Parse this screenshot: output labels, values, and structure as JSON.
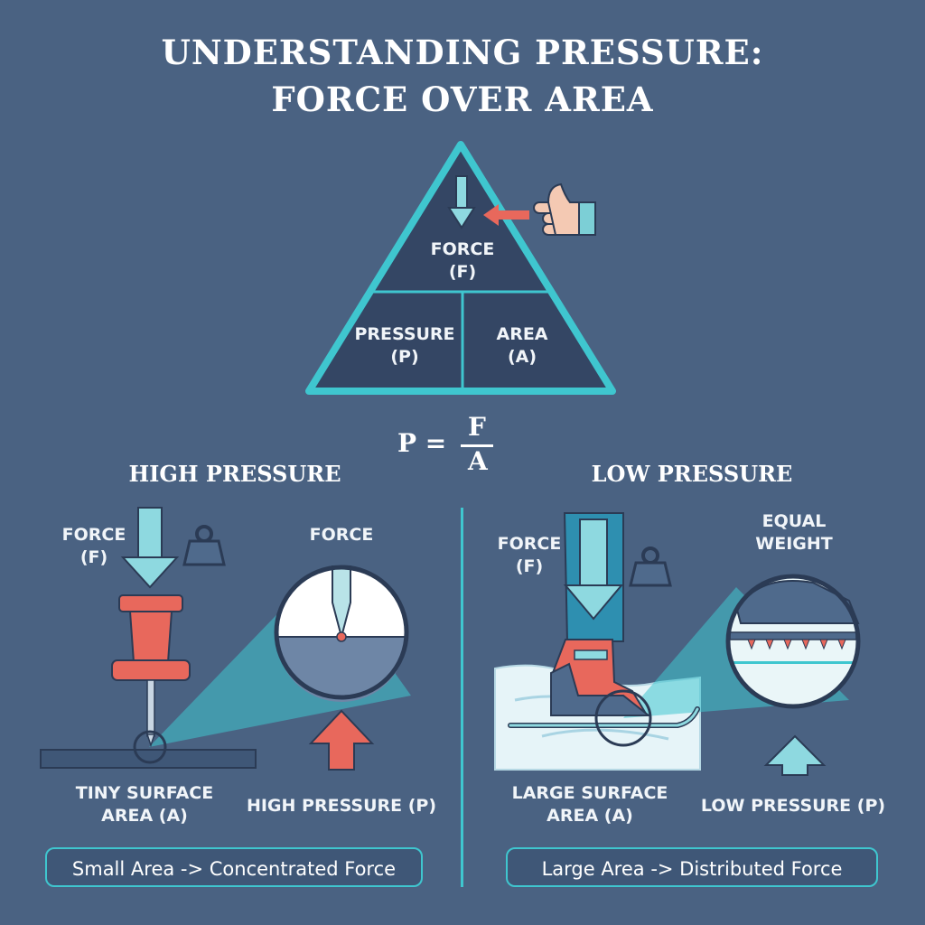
{
  "title": {
    "line1": "UNDERSTANDING PRESSURE:",
    "line2": "FORCE OVER AREA"
  },
  "triangle": {
    "force": "FORCE",
    "force_symbol": "(F)",
    "pressure": "PRESSURE",
    "pressure_symbol": "(P)",
    "area": "AREA",
    "area_symbol": "(A)"
  },
  "formula": {
    "left": "P =",
    "numerator": "F",
    "denominator": "A"
  },
  "high": {
    "heading": "HIGH PRESSURE",
    "force_label": "FORCE",
    "force_symbol": "(F)",
    "zoom_label": "FORCE",
    "area_label_1": "TINY SURFACE",
    "area_label_2": "AREA (A)",
    "pressure_label": "HIGH PRESSURE (P)",
    "summary": "Small Area -> Concentrated Force"
  },
  "low": {
    "heading": "LOW PRESSURE",
    "force_label": "FORCE",
    "force_symbol": "(F)",
    "weight_label_1": "EQUAL",
    "weight_label_2": "WEIGHT",
    "area_label_1": "LARGE SURFACE",
    "area_label_2": "AREA (A)",
    "pressure_label": "LOW PRESSURE (P)",
    "summary": "Large Area -> Distributed Force"
  },
  "colors": {
    "background": "#4a6282",
    "accent_teal": "#3fc6cf",
    "arrow_light": "#8ed9e0",
    "arrow_red": "#e8685c",
    "triangle_fill": "#344664"
  },
  "icons": [
    "weight-icon",
    "hand-pointing-icon",
    "push-pin-icon",
    "snowshoe-boot-icon"
  ]
}
